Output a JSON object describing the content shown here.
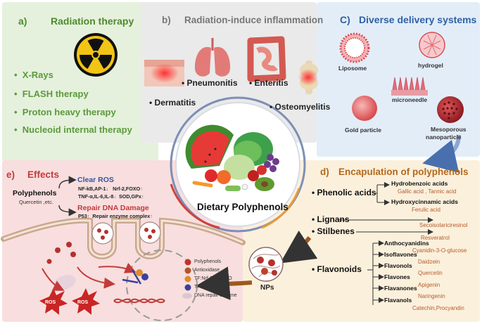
{
  "panel_a": {
    "label": "a)",
    "title": "Radiation therapy",
    "items": [
      "X-Rays",
      "FLASH therapy",
      "Proton heavy therapy",
      "Nucleoid internal therapy"
    ],
    "icon": "radiation-icon"
  },
  "panel_b": {
    "label": "b)",
    "title": "Radiation-induce inflammation",
    "items": [
      "Pneumonitis",
      "Enteritis",
      "Dermatitis",
      "Osteomyelitis"
    ]
  },
  "panel_c": {
    "label": "C)",
    "title": "Diverse delivery systems",
    "items": [
      "Liposome",
      "hydrogel",
      "microneedle",
      "Gold particle",
      "Mesoporous",
      "nanoparticle"
    ]
  },
  "center": {
    "label": "Dietary Polyphenols"
  },
  "panel_d": {
    "label": "d)",
    "title": "Encapulation of  polyphenols",
    "classes": [
      {
        "name": "Phenolic acids",
        "subs": [
          {
            "name": "Hydrobenzoic acids",
            "examples": "Gallic acid , Tannic acid"
          },
          {
            "name": "Hydroxycinnamic acids",
            "examples": "Ferulic acid"
          }
        ]
      },
      {
        "name": "Lignans",
        "examples": "Secoisolariciresinol"
      },
      {
        "name": "Stilbenes",
        "examples": "Resveratrol"
      },
      {
        "name": "Flavonoids",
        "subs": [
          {
            "name": "Anthocyanidins",
            "examples": "Cyanidin-3-O-glucose"
          },
          {
            "name": "Isoflavones",
            "examples": "Daidzein"
          },
          {
            "name": "Flavonols",
            "examples": "Quercetin"
          },
          {
            "name": "Flavones",
            "examples": "Apigenin"
          },
          {
            "name": "Flavanones",
            "examples": "Naringenin"
          },
          {
            "name": "Flavanols",
            "examples": "Catechin,Procyandin"
          }
        ]
      }
    ],
    "nps_label": "NPs"
  },
  "panel_e": {
    "label": "e)",
    "title": "Effects",
    "polyphenols": "Polyphenols",
    "polyphenols_sub": "Quercetin ,etc.",
    "clear_ros": "Clear ROS",
    "ros_line1_a": "NF-kB,AP-1",
    "ros_line1_b": "Nrf-2,FOXO",
    "ros_line2_a": "TNF-α,IL-6,IL-8",
    "ros_line2_b": "SOD,GPx",
    "down_arrow": "↓",
    "up_arrow": "↑",
    "repair": "Repair DNA Damage",
    "repair_line_a": "P53",
    "repair_line_b": "Repair enzyme complex",
    "ros": "ROS",
    "legend": [
      {
        "label": "Polyphenols",
        "color": "#c0322e"
      },
      {
        "label": "Antioxidase",
        "color": "#b0562a"
      },
      {
        "label": "TF:Nrf-2    FOXO",
        "color": "#e08a2a"
      },
      {
        "label": "TF:NF-kB  AP-1",
        "color": "#3b3f9c"
      },
      {
        "label": "DNA repair enzyme",
        "color": "#d9c8d0"
      }
    ]
  }
}
